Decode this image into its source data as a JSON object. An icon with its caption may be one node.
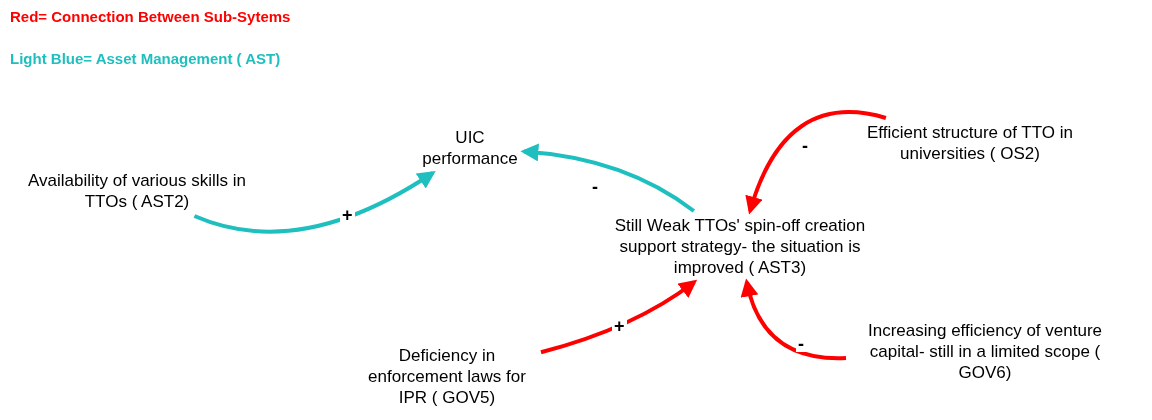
{
  "diagram": {
    "nodes": [
      {
        "text": [
          "UIC performance"
        ]
      },
      {
        "text": [
          "Availability of various skills in TTOs (  AST2)"
        ]
      },
      {
        "text": [
          "Still Weak TTOs' spin-off creation support strategy- the situation is improved (  AST3)"
        ]
      },
      {
        "text": [
          "Efficient structure of TTO in universities (  OS2)"
        ]
      },
      {
        "text": [
          "Deficiency in enforcement laws for IPR (  GOV5)"
        ]
      },
      {
        "text": [
          "Increasing efficiency of venture capital- still in a limited scope (  GOV6)"
        ]
      }
    ],
    "edges": [
      {
        "from": 1,
        "to": 0,
        "arrow": "to",
        "label": "+",
        "color": "#1fbfbf"
      },
      {
        "from": 2,
        "to": 0,
        "arrow": "to",
        "label": "-",
        "color": "#1fbfbf"
      },
      {
        "from": 3,
        "to": 2,
        "arrow": "to",
        "label": "-"
      },
      {
        "from": 4,
        "to": 2,
        "arrow": "to",
        "label": "+"
      },
      {
        "from": 5,
        "to": 2,
        "arrow": "to",
        "label": "-"
      }
    ],
    "legend": [
      {
        "text": "Red= Connection Between Sub-Sytems",
        "color": "#ff0000"
      },
      {
        "text": "Light Blue= Asset Management (  AST)",
        "color": "#1fbfbf"
      }
    ]
  }
}
